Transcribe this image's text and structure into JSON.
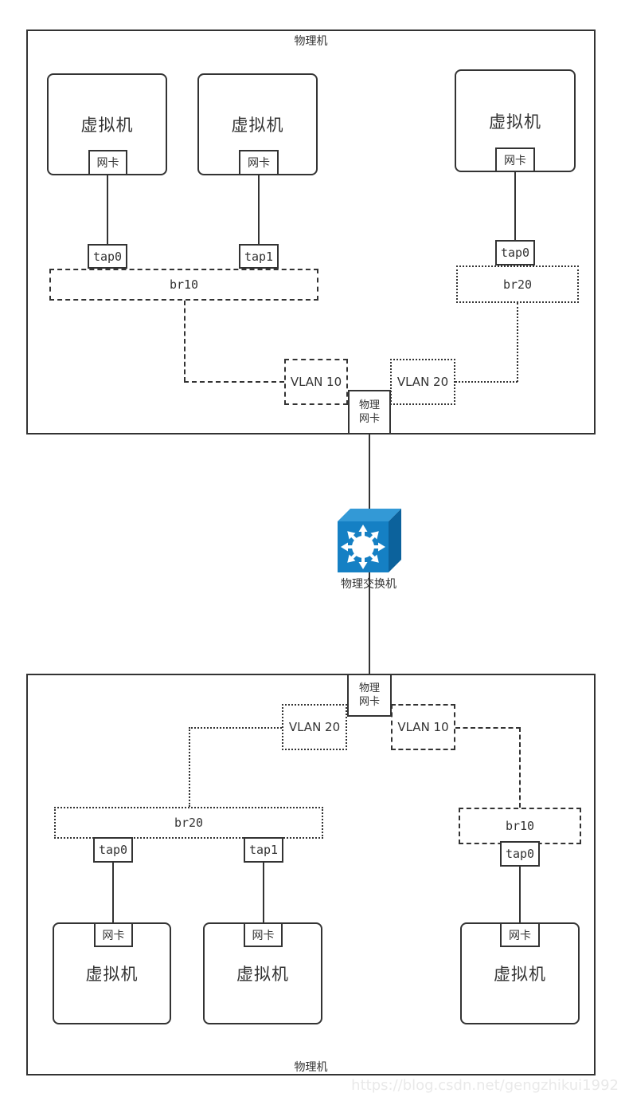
{
  "colors": {
    "stroke": "#333333",
    "switch_front": "#1580c4",
    "switch_top": "#3399d6",
    "switch_side": "#0c629c",
    "watermark": "#e9e9e9"
  },
  "top_host": {
    "label": "物理机",
    "vm1": {
      "title": "虚拟机",
      "nic": "网卡",
      "tap": "tap0"
    },
    "vm2": {
      "title": "虚拟机",
      "nic": "网卡",
      "tap": "tap1"
    },
    "vm3": {
      "title": "虚拟机",
      "nic": "网卡",
      "tap": "tap0"
    },
    "br10": "br10",
    "br20": "br20",
    "vlan10": "VLAN 10",
    "vlan20": "VLAN 20",
    "phys_nic": {
      "line1": "物理",
      "line2": "网卡"
    }
  },
  "switch": {
    "label": "物理交换机"
  },
  "bottom_host": {
    "label": "物理机",
    "vm1": {
      "title": "虚拟机",
      "nic": "网卡",
      "tap": "tap0"
    },
    "vm2": {
      "title": "虚拟机",
      "nic": "网卡",
      "tap": "tap1"
    },
    "vm3": {
      "title": "虚拟机",
      "nic": "网卡",
      "tap": "tap0"
    },
    "br10": "br10",
    "br20": "br20",
    "vlan10": "VLAN 10",
    "vlan20": "VLAN 20",
    "phys_nic": {
      "line1": "物理",
      "line2": "网卡"
    }
  },
  "watermark": "https://blog.csdn.net/gengzhikui1992"
}
